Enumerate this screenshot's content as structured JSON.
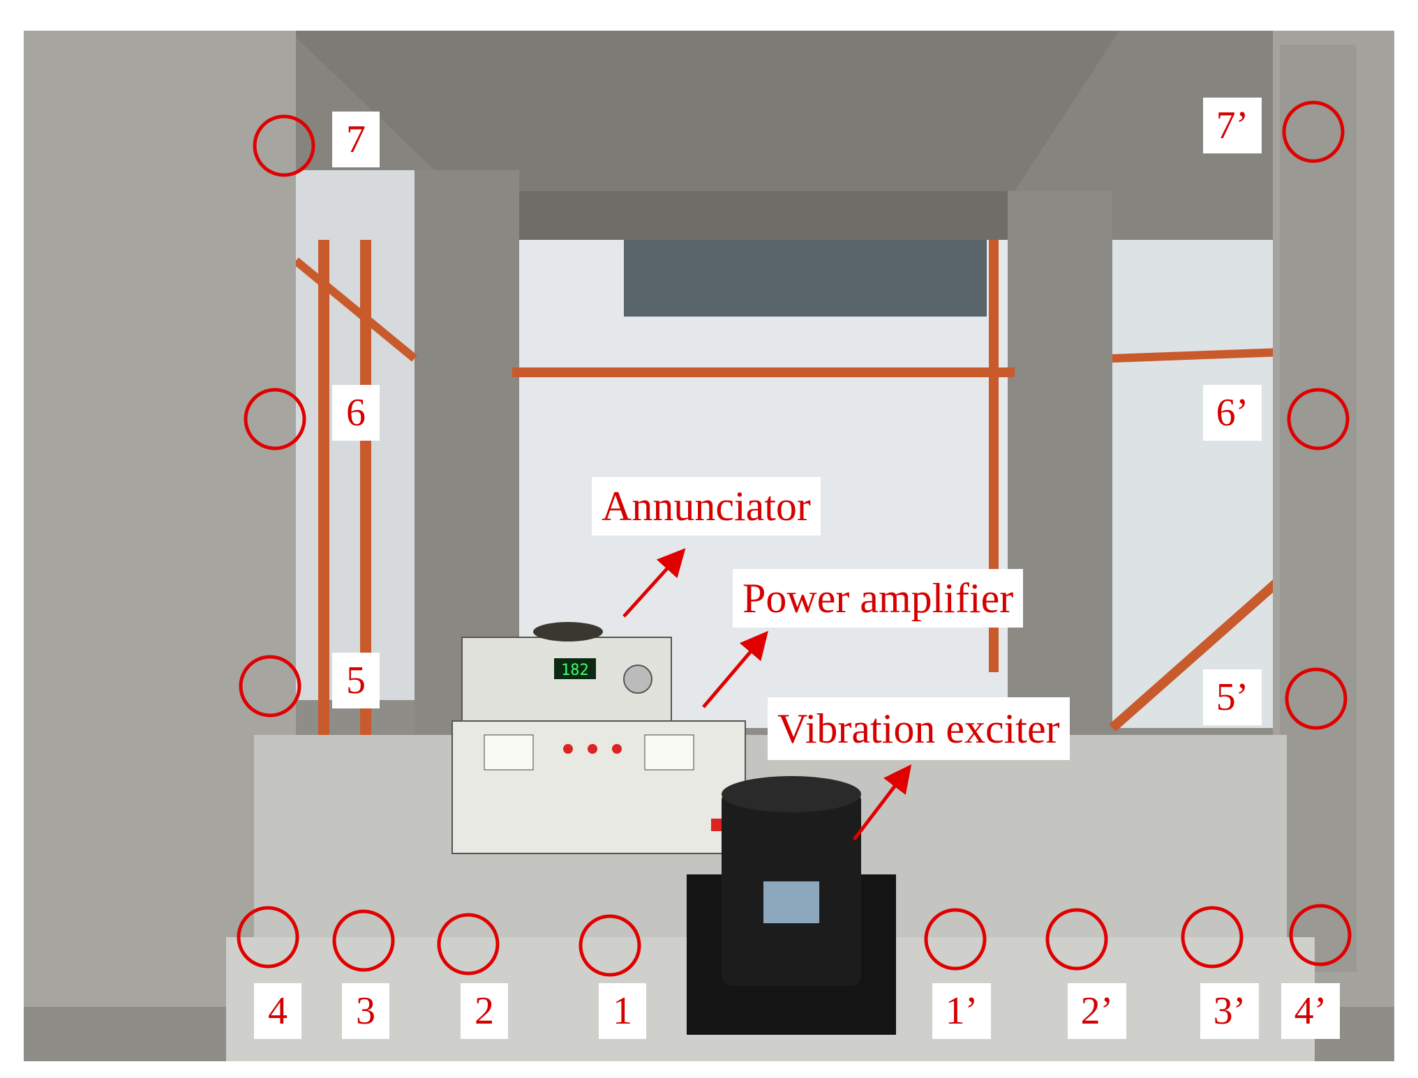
{
  "labels": {
    "annunciator": "Annunciator",
    "power_amplifier": "Power amplifier",
    "vibration_exciter": "Vibration exciter"
  },
  "sensors": {
    "s7": "7",
    "s6": "6",
    "s5": "5",
    "s4": "4",
    "s3": "3",
    "s2": "2",
    "s1": "1",
    "s7p": "7’",
    "s6p": "6’",
    "s5p": "5’",
    "s1p": "1’",
    "s2p": "2’",
    "s3p": "3’",
    "s4p": "4’"
  },
  "display_reading": "182",
  "colors": {
    "annotation": "#d40000",
    "label_bg": "#ffffff"
  }
}
